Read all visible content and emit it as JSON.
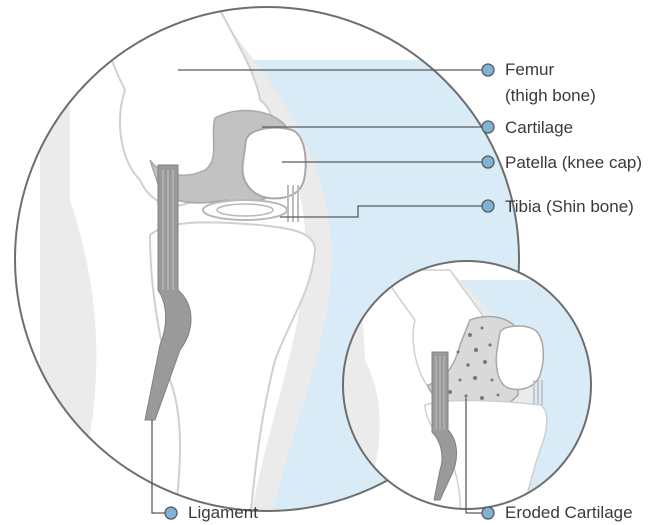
{
  "labels": {
    "femur_line1": "Femur",
    "femur_line2": "(thigh bone)",
    "cartilage": "Cartilage",
    "patella": "Patella (knee cap)",
    "tibia": "Tibia (Shin bone)",
    "ligament": "Ligament",
    "eroded_cartilage": "Eroded Cartilage"
  },
  "colors": {
    "background_circle": "#d8ebf6",
    "circle_outline": "#6e6e6e",
    "bone_fill": "#ffffff",
    "leg_band": "#ebebeb",
    "cartilage": "#c2c2c2",
    "ligament": "#9a9a9a",
    "leader_line": "#5a5a5a",
    "marker_dot": "#7fb3d5",
    "label_text": "#3a3a3a"
  }
}
